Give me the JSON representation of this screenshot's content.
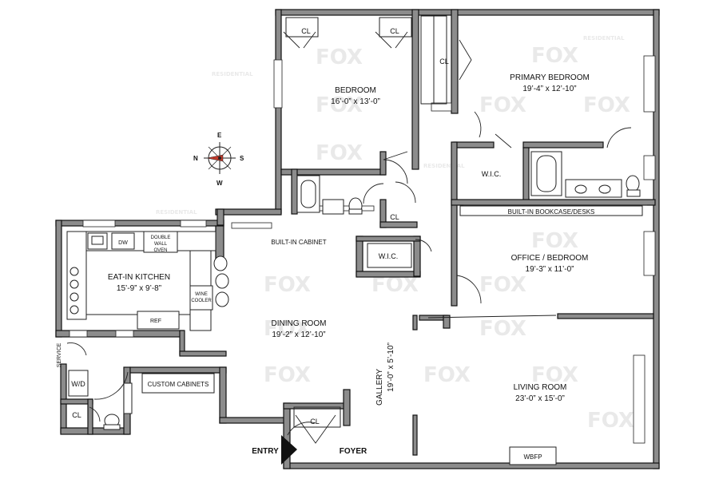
{
  "rooms": {
    "bedroom": {
      "name": "BEDROOM",
      "dim": "16’-0” x 13’-0”"
    },
    "primary_bedroom": {
      "name": "PRIMARY BEDROOM",
      "dim": "19’-4” x 12’-10”"
    },
    "office": {
      "name": "OFFICE / BEDROOM",
      "dim": "19’-3” x 11’-0”"
    },
    "living": {
      "name": "LIVING ROOM",
      "dim": "23’-0” x 15’-0”"
    },
    "dining": {
      "name": "DINING ROOM",
      "dim": "19’-2” x 12’-10”"
    },
    "kitchen": {
      "name": "EAT-IN KITCHEN",
      "dim": "15’-9” x 9’-8”"
    },
    "gallery": {
      "name": "GALLERY",
      "dim": "19’-0” x 5’-10”"
    }
  },
  "labels": {
    "cl": "CL",
    "wic": "W.I.C.",
    "built_in_cabinet": "BUILT-IN CABINET",
    "built_in_bookcase": "BUILT-IN BOOKCASE/DESKS",
    "dw": "DW",
    "double_wall_oven_1": "DOUBLE",
    "double_wall_oven_2": "WALL",
    "double_wall_oven_3": "OVEN",
    "wine_cooler_1": "WINE",
    "wine_cooler_2": "COOLER",
    "ref": "REF",
    "service": "SERVICE",
    "wd": "W/D",
    "custom_cabinets": "CUSTOM CABINETS",
    "wbfp": "WBFP",
    "entry": "ENTRY",
    "foyer": "FOYER"
  },
  "compass": {
    "n": "N",
    "s": "S",
    "e": "E",
    "w": "W"
  },
  "watermark": {
    "brand": "FOX",
    "sub": "RESIDENTIAL"
  },
  "colors": {
    "wall": "#8c8c8c",
    "line": "#111111",
    "arrow": "#c0392b"
  }
}
